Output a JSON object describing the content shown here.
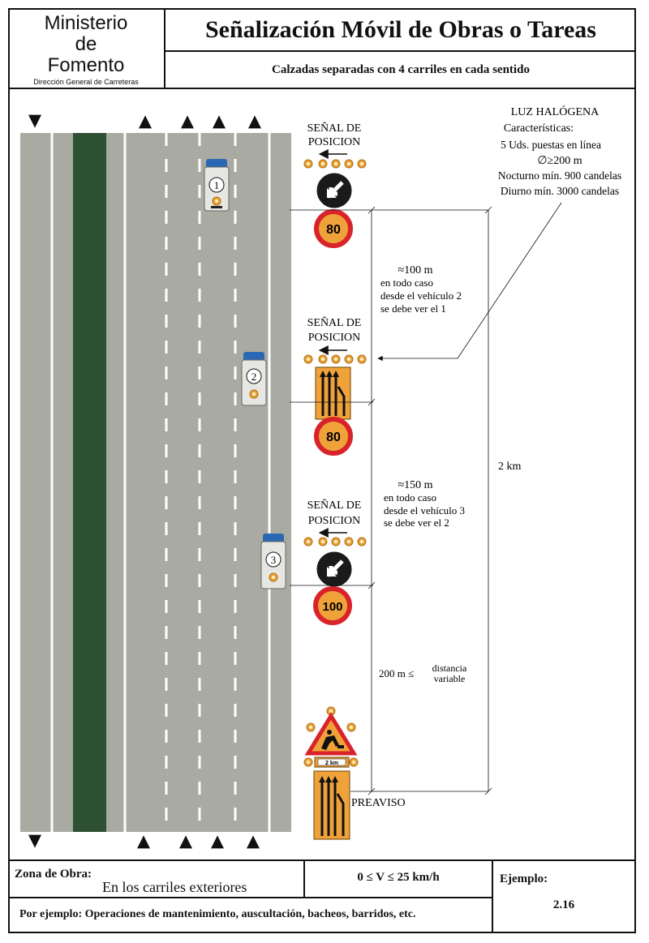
{
  "header": {
    "ministry": [
      "Ministerio",
      "de",
      "Fomento"
    ],
    "directorate": "Dirección General de Carreteras",
    "title": "Señalización Móvil de Obras o Tareas",
    "subtitle": "Calzadas separadas con 4 carriles en cada sentido"
  },
  "diagram": {
    "light_info": {
      "title": "LUZ HALÓGENA",
      "heading": "Características:",
      "line1": "5 Uds. puestas en línea",
      "line2": "∅≥200 m",
      "line3": "Nocturno mín. 900 candelas",
      "line4": "Diurno mín. 3000 candelas"
    },
    "position_sign_label": [
      "SEÑAL DE",
      "POSICION"
    ],
    "vehicles": [
      "1",
      "2",
      "3"
    ],
    "speed_limits": [
      "80",
      "80",
      "100"
    ],
    "distance1": {
      "approx": "≈100 m",
      "line1": "en todo caso",
      "line2": "desde el vehículo 2",
      "line3": "se debe ver el 1"
    },
    "distance2": {
      "approx": "≈150 m",
      "line1": "en todo caso",
      "line2": "desde el vehículo 3",
      "line3": "se debe ver el 2"
    },
    "total_distance": "2 km",
    "variable_distance": {
      "prefix": "200 m ≤",
      "top": "distancia",
      "bottom": "variable"
    },
    "advance_plate": "2 km",
    "advance_label": "PREAVISO",
    "colors": {
      "road": "#a9aaa1",
      "median": "#2e5134",
      "sign_orange": "#f0a23a",
      "sign_red": "#d8232a",
      "sign_blue": "#1c5ca8"
    }
  },
  "footer": {
    "zone_label": "Zona de Obra:",
    "zone_value": "En los carriles exteriores",
    "speed": "0 ≤ V ≤ 25 km/h",
    "example_label": "Ejemplo:",
    "example_value": "2.16",
    "note": "Por ejemplo: Operaciones de mantenimiento, auscultación, bacheos, barridos, etc."
  }
}
